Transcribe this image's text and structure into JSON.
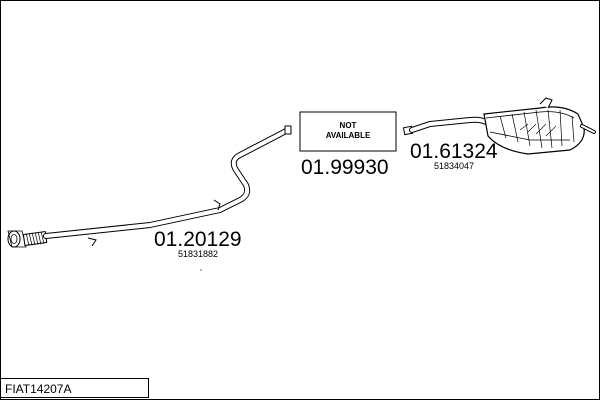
{
  "diagram": {
    "catalog_code": "FIAT14207A",
    "parts": [
      {
        "id": "front-pipe",
        "part_number": "01.20129",
        "oem_number": "51831882"
      },
      {
        "id": "middle-section",
        "part_number": "01.99930",
        "status_label_line1": "NOT",
        "status_label_line2": "AVAILABLE"
      },
      {
        "id": "rear-muffler",
        "part_number": "01.61324",
        "oem_number": "51834047"
      }
    ]
  }
}
